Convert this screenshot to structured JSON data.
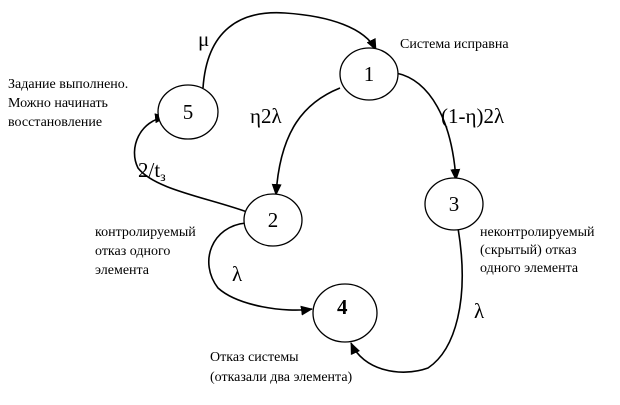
{
  "colors": {
    "stroke": "#000000",
    "text": "#000000",
    "failure_state": "#e00000"
  },
  "states": {
    "s1": {
      "number": "1",
      "caption": "Система исправна"
    },
    "s2": {
      "number": "2",
      "caption": [
        "контролируемый",
        "отказ одного",
        "элемента"
      ]
    },
    "s3": {
      "number": "3",
      "caption": [
        "неконтролируемый",
        "(скрытый) отказ",
        "одного элемента"
      ]
    },
    "s4": {
      "number": "4",
      "caption": [
        "Отказ системы",
        "(отказали два элемента)"
      ]
    },
    "s5": {
      "number": "5",
      "caption": [
        "Задание выполнено.",
        "Можно начинать",
        "восстановление"
      ]
    }
  },
  "transitions": {
    "t5_1": {
      "from": "5",
      "to": "1",
      "rate": "μ"
    },
    "t1_2": {
      "from": "1",
      "to": "2",
      "rate": "η2λ"
    },
    "t1_3": {
      "from": "1",
      "to": "3",
      "rate": "(1-η)2λ"
    },
    "t2_5": {
      "from": "2",
      "to": "5",
      "rate_main": "2/t",
      "rate_sub": "з"
    },
    "t2_4": {
      "from": "2",
      "to": "4",
      "rate": "λ"
    },
    "t3_4": {
      "from": "3",
      "to": "4",
      "rate": "λ"
    }
  }
}
